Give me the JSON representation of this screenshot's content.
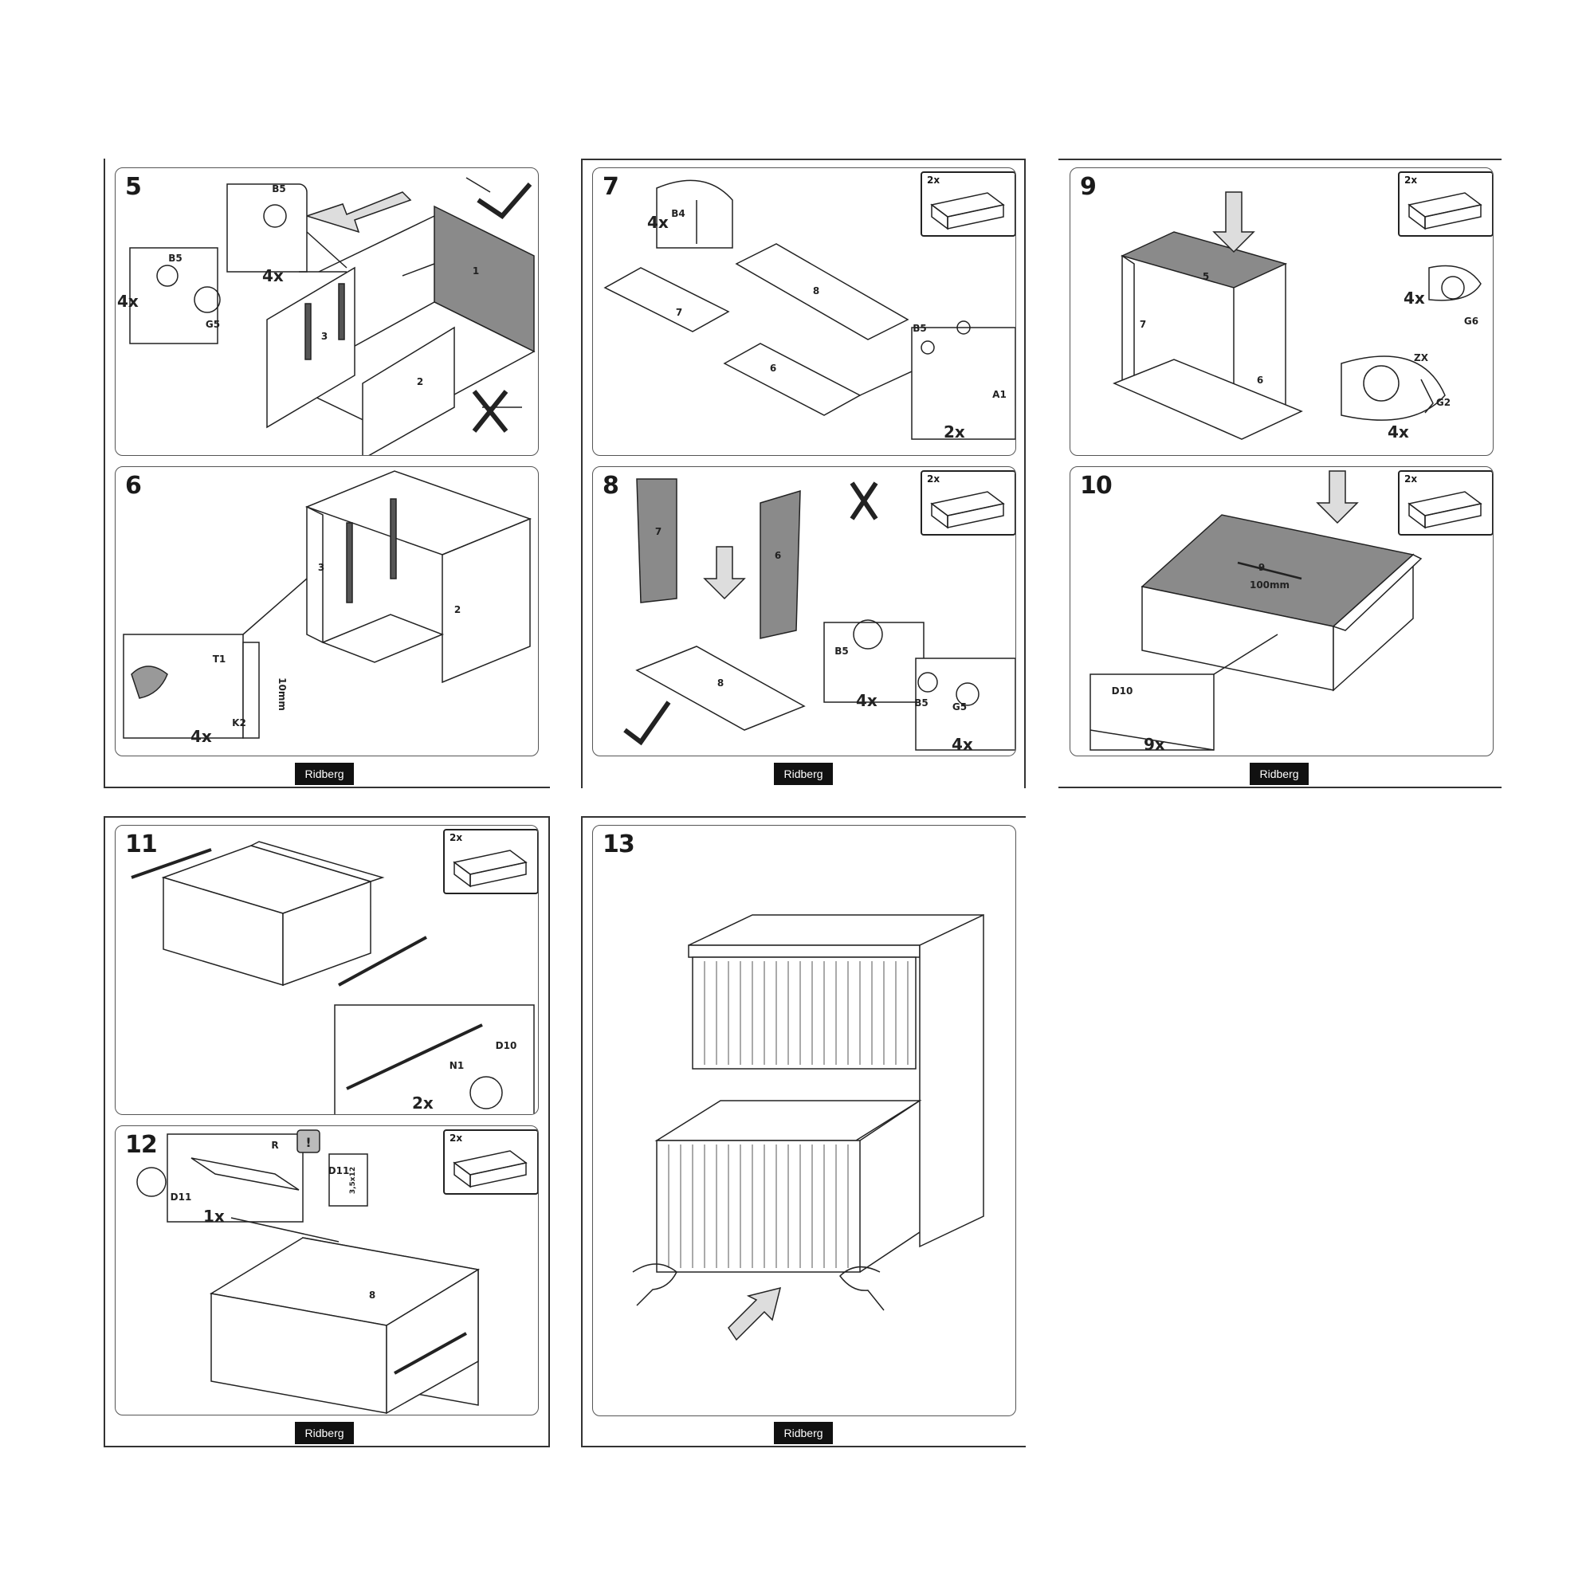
{
  "brand": "Ridberg",
  "drawer_badge_qty": "2x",
  "steps": {
    "s5": {
      "number": "5",
      "qty_left": "4x",
      "qty_inset": "4x",
      "parts": [
        "1",
        "2",
        "3"
      ],
      "fittings": [
        "B5",
        "G5"
      ]
    },
    "s6": {
      "number": "6",
      "qty": "4x",
      "parts": [
        "2",
        "3"
      ],
      "fittings": [
        "T1",
        "K2"
      ],
      "measure": "10mm"
    },
    "s7": {
      "number": "7",
      "qty_top": "4x",
      "qty_inset": "2x",
      "parts": [
        "6",
        "7",
        "8"
      ],
      "fittings": [
        "B4",
        "B5",
        "A1"
      ]
    },
    "s8": {
      "number": "8",
      "qty_a": "4x",
      "qty_b": "4x",
      "parts": [
        "6",
        "7",
        "8"
      ],
      "fittings": [
        "B5",
        "G5"
      ]
    },
    "s9": {
      "number": "9",
      "qty_a": "4x",
      "qty_b": "4x",
      "parts": [
        "5",
        "6",
        "7"
      ],
      "fittings": [
        "G6",
        "ZX",
        "G2"
      ]
    },
    "s10": {
      "number": "10",
      "qty": "9x",
      "parts": [
        "9"
      ],
      "fittings": [
        "D10"
      ],
      "measure": "100mm"
    },
    "s11": {
      "number": "11",
      "qty": "2x",
      "fittings": [
        "N1",
        "D10"
      ]
    },
    "s12": {
      "number": "12",
      "qty": "1x",
      "parts": [
        "R",
        "8"
      ],
      "fittings": [
        "D11"
      ],
      "screw_spec": "3,5x12",
      "warning_symbol": "!"
    },
    "s13": {
      "number": "13"
    }
  }
}
